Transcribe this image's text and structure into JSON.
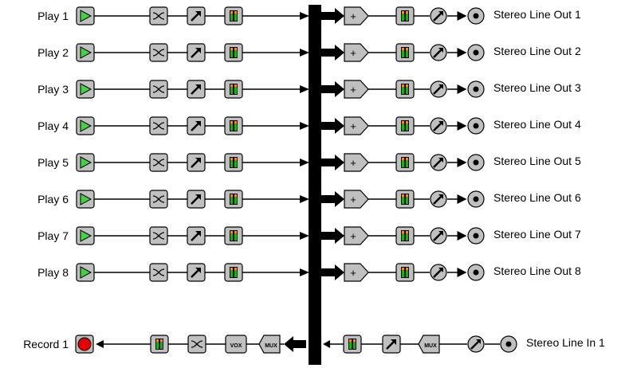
{
  "play_rows": [
    {
      "label": "Play 1",
      "output": "Stereo Line Out 1"
    },
    {
      "label": "Play 2",
      "output": "Stereo Line Out 2"
    },
    {
      "label": "Play 3",
      "output": "Stereo Line Out 3"
    },
    {
      "label": "Play 4",
      "output": "Stereo Line Out 4"
    },
    {
      "label": "Play 5",
      "output": "Stereo Line Out 5"
    },
    {
      "label": "Play 6",
      "output": "Stereo Line Out 6"
    },
    {
      "label": "Play 7",
      "output": "Stereo Line Out 7"
    },
    {
      "label": "Play 8",
      "output": "Stereo Line Out 8"
    }
  ],
  "record_row": {
    "label": "Record 1",
    "input": "Stereo Line In 1"
  },
  "icons": {
    "play": "play-icon",
    "crossfade": "crossfade-icon",
    "volume": "volume-knob-icon",
    "meter": "level-meter-icon",
    "mixer": "mixer-sum-icon",
    "pan": "pan-knob-icon",
    "output": "speaker-jack-icon",
    "record": "record-icon",
    "vox": "vox-icon",
    "mux": "mux-icon"
  },
  "vox_text": "VOX",
  "mux_text": "MUX",
  "colors": {
    "play_green": "#44d144",
    "record_red": "#e60000",
    "meter_green": "#00c000",
    "meter_orange": "#ff8c00",
    "bus": "#000000",
    "icon_bg": "#c0c0c0"
  }
}
